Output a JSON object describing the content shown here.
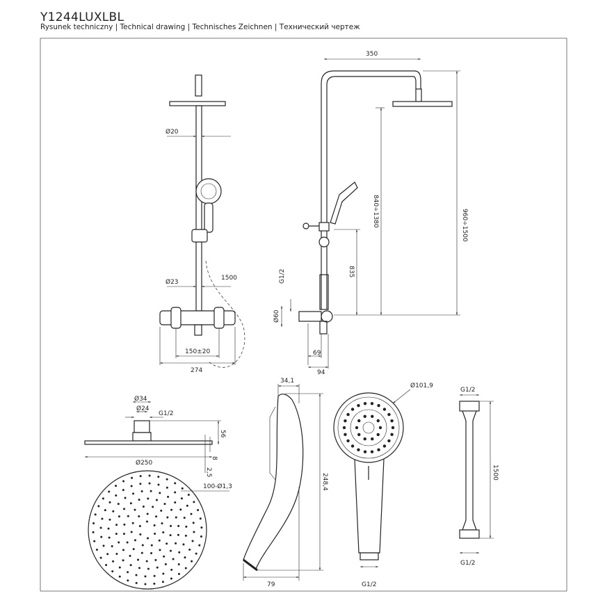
{
  "header": {
    "title": "Y1244LUXLBL",
    "subtitle": "Rysunek techniczny | Technical drawing | Technisches Zeichnen | Технический чертеж"
  },
  "front_view": {
    "pipe_dia": "Ø20",
    "hose_len": "1500",
    "mixer_pipe_dia": "Ø23",
    "spacing": "150±20",
    "width": "274"
  },
  "side_view": {
    "arm": "350",
    "inlet": "G1/2",
    "inlet_dia": "Ø60",
    "depth1": "69",
    "depth2": "94",
    "holder_height": "835",
    "head_height": "840÷1380",
    "total_height": "960÷1500"
  },
  "rain_head": {
    "dia_outer": "Ø34",
    "dia_inner": "Ø24",
    "thread": "G1/2",
    "height": "56",
    "thickness": "8",
    "edge": "2,5",
    "diameter": "Ø250",
    "nozzles": "100-Ø1,3"
  },
  "handset_side": {
    "thickness": "34,1",
    "length": "248,4",
    "width": "79"
  },
  "handset_front": {
    "diameter": "Ø101,9",
    "thread": "G1/2"
  },
  "hose": {
    "thread_top": "G1/2",
    "length": "1500",
    "thread_bottom": "G1/2"
  }
}
